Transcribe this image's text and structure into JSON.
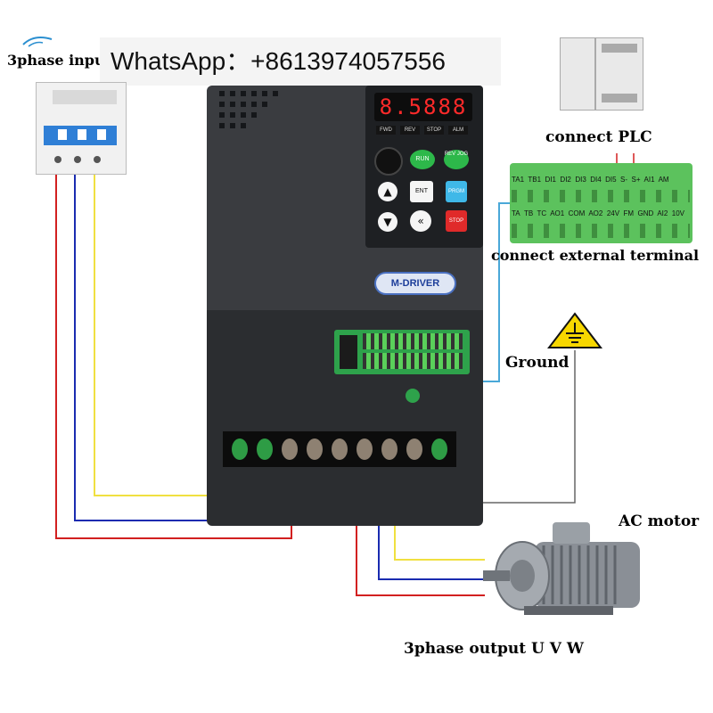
{
  "labels": {
    "three_phase_input": "3phase inpu",
    "whatsapp": "WhatsApp：+8613974057556",
    "connect_plc": "connect PLC",
    "connect_external_terminal": "connect external terminal",
    "ground": "Ground",
    "ac_motor": "AC motor",
    "three_phase_output": "3phase output U V W"
  },
  "vfd": {
    "display": "8.5888",
    "indicators": [
      "FWD",
      "REV",
      "STOP",
      "ALM"
    ],
    "buttons": {
      "run": "RUN",
      "rev_jog": "REV JOG",
      "ent": "ENT",
      "prgm": "PRGM",
      "stop": "STOP"
    },
    "brand": "M-DRIVER"
  },
  "terminal_labels": {
    "top_row": [
      "TA1",
      "TB1",
      "DI1",
      "DI2",
      "DI3",
      "DI4",
      "DI5",
      "S-",
      "S+",
      "AI1",
      "AM"
    ],
    "bottom_row": [
      "TA",
      "TB",
      "TC",
      "AO1",
      "COM",
      "AO2",
      "24V",
      "FM",
      "GND",
      "AI2",
      "10V"
    ]
  },
  "colors": {
    "wire_red": "#d22020",
    "wire_blue": "#1a2bb0",
    "wire_yellow": "#f0e040",
    "wire_ground": "#666666",
    "wire_signal": "#4aa8d8",
    "vfd_body": "#3a3c40",
    "terminal_green": "#5cc25d",
    "display_red": "#ff2a2a"
  },
  "icons": [
    "ground-warning-icon",
    "brand-swirl-icon",
    "up-arrow-icon",
    "down-arrow-icon",
    "shift-icon",
    "potentiometer-knob-icon"
  ]
}
